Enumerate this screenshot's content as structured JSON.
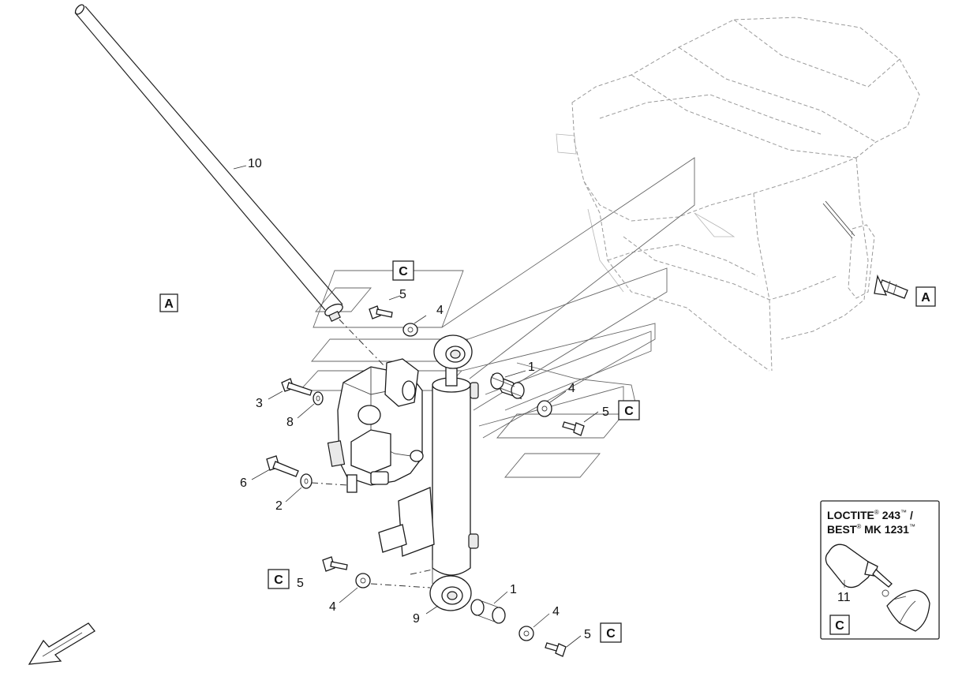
{
  "callouts": {
    "c10": "10",
    "c5_top": "5",
    "c4_top": "4",
    "c3": "3",
    "c8": "8",
    "c1_top": "1",
    "c4_right": "4",
    "c5_right": "5",
    "c6": "6",
    "c2": "2",
    "c5_left": "5",
    "c4_left": "4",
    "c1_bottom": "1",
    "c9": "9",
    "c4_bottom": "4",
    "c5_bottom": "5"
  },
  "view_labels": {
    "a_left": "A",
    "a_right": "A",
    "c_top": "C",
    "c_right": "C",
    "c_left": "C",
    "c_bottom": "C"
  },
  "loctite": {
    "line1_brand": "LOCTITE",
    "line1_reg": "®",
    "line1_code": "243",
    "line1_tm": "™",
    "line1_sep": "/",
    "line2_brand": "BEST",
    "line2_reg": "®",
    "line2_code": "MK 1231",
    "line2_tm": "™",
    "part_number": "11",
    "view_label": "C"
  },
  "icons": [
    "direction-arrow-icon",
    "view-arrow-icon",
    "adhesive-bottle-icon",
    "hand-icon"
  ],
  "colors": {
    "line": "#222222",
    "ghost": "#9a9a9a",
    "background": "#ffffff"
  }
}
